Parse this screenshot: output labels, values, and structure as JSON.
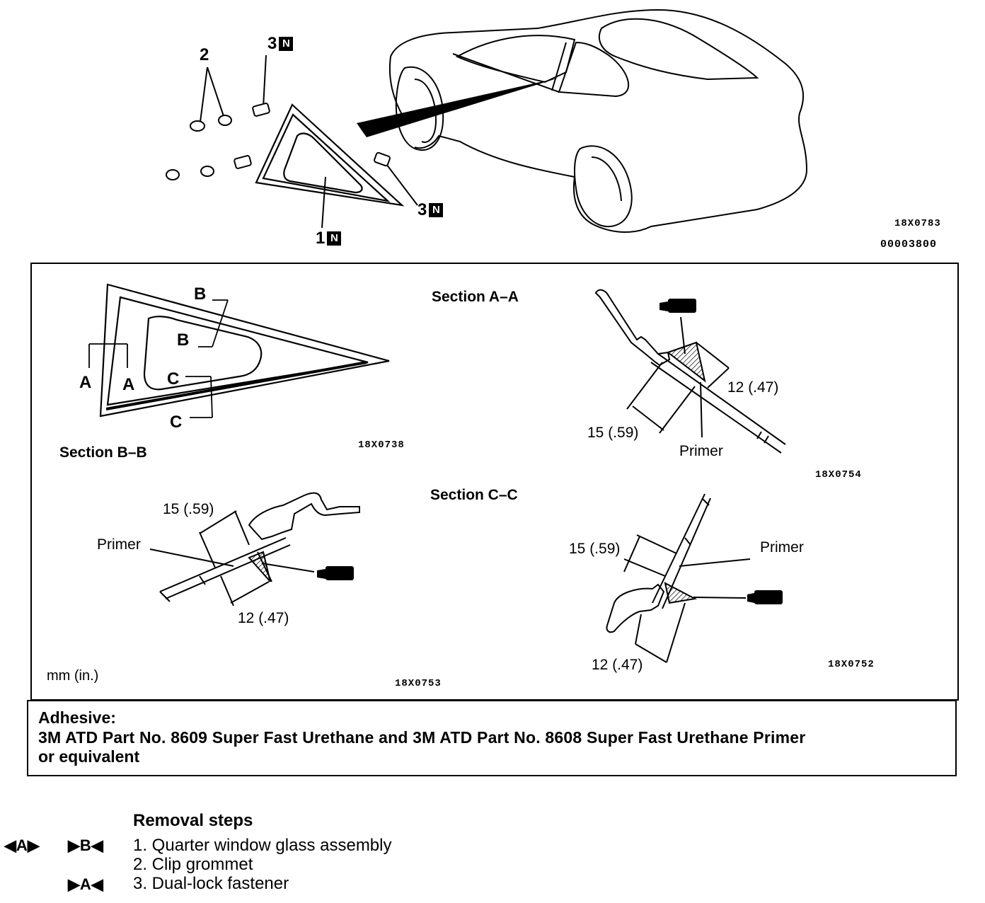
{
  "top_diagram": {
    "callout_2": "2",
    "callout_3_top": "3",
    "callout_3_right": "3",
    "callout_1": "1",
    "n_mark": "N",
    "figure_code": "18X0783",
    "doc_code": "00003800"
  },
  "section_panel": {
    "label_b_top": "B",
    "label_b_mid": "B",
    "label_a_left": "A",
    "label_a_right": "A",
    "label_c_top": "C",
    "label_c_bottom": "C",
    "glass_code": "18X0738",
    "section_bb_title": "Section B–B",
    "section_aa_title": "Section A–A",
    "aa_dim_12": "12 (.47)",
    "aa_dim_15": "15 (.59)",
    "aa_primer": "Primer",
    "aa_code": "18X0754",
    "section_cc_title": "Section C–C",
    "bb_dim_15": "15 (.59)",
    "bb_primer": "Primer",
    "bb_dim_12": "12 (.47)",
    "cc_dim_15": "15 (.59)",
    "cc_primer": "Primer",
    "cc_dim_12": "12 (.47)",
    "cc_code": "18X0752",
    "units": "mm (in.)",
    "bb_code": "18X0753"
  },
  "adhesive": {
    "heading": "Adhesive:",
    "line1": "3M ATD Part No. 8609 Super Fast Urethane and 3M ATD Part No. 8608 Super Fast Urethane Primer",
    "line2": "or equivalent"
  },
  "removal": {
    "title": "Removal steps",
    "marks": {
      "a_removal": "A",
      "b_install": "B",
      "a_install": "A"
    },
    "steps": [
      "1. Quarter window glass assembly",
      "2. Clip grommet",
      "3. Dual-lock fastener"
    ]
  }
}
